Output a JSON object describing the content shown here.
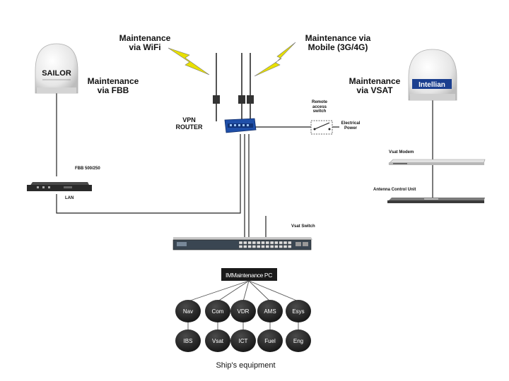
{
  "labels": {
    "maint_wifi": "Maintenance via WiFi",
    "maint_mobile": "Maintenance via Mobile (3G/4G)",
    "maint_fbb": "Maintenance via FBB",
    "maint_vsat": "Maintenance via VSAT",
    "vpn_router": "VPN ROUTER",
    "remote_access_switch": "Remote access switch",
    "electrical_power": "Electrical Power",
    "fbb_model": "FBB 500/250",
    "lan": "LAN",
    "vsat_modem": "Vsat Modem",
    "antenna_control_unit": "Antenna Control Unit",
    "vsat_switch": "Vsat Switch",
    "maintenance_pc": "IMMaintenance PC",
    "ships_equipment": "Ship's equipment"
  },
  "logos": {
    "sailor": "SAILOR",
    "intellian": "Intellian"
  },
  "equipment": [
    "Nav",
    "Com",
    "VDR",
    "AMS",
    "Esys",
    "IBS",
    "Vsat",
    "ICT",
    "Fuel",
    "Eng"
  ],
  "colors": {
    "router_blue": "#1f4fa8",
    "intellian_blue": "#1b3f8f",
    "lightning": "#e8e000",
    "node_dark": "#2a2a2a"
  }
}
